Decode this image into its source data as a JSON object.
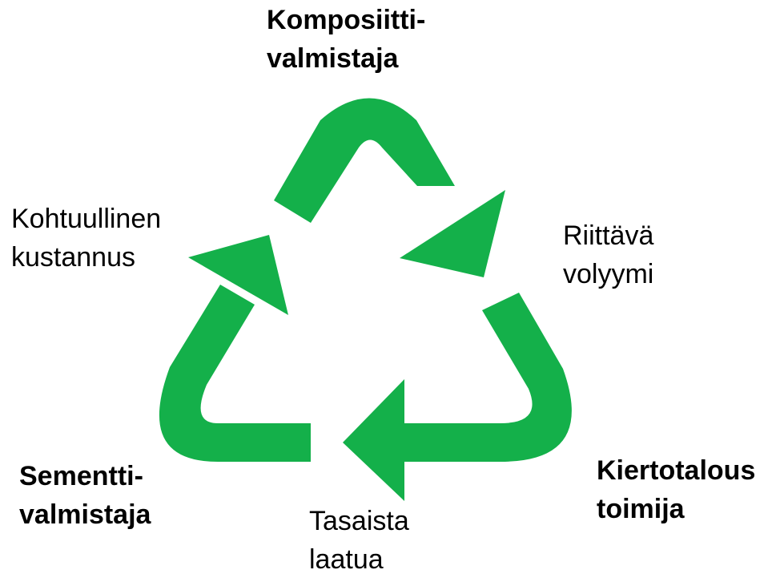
{
  "colors": {
    "arrow": "#14b04a",
    "text": "#000000",
    "background": "#ffffff"
  },
  "labels": {
    "top": {
      "line1": "Komposiitti-",
      "line2": "valmistaja"
    },
    "left_upper": {
      "line1": "Kohtuullinen",
      "line2": "kustannus"
    },
    "right_upper": {
      "line1": "Riittävä",
      "line2": "volyymi"
    },
    "left_lower": {
      "line1": "Sementti-",
      "line2": "valmistaja"
    },
    "right_lower": {
      "line1": "Kiertotalous",
      "line2": "toimija"
    },
    "bottom": {
      "line1": "Tasaista",
      "line2": "laatua"
    }
  }
}
